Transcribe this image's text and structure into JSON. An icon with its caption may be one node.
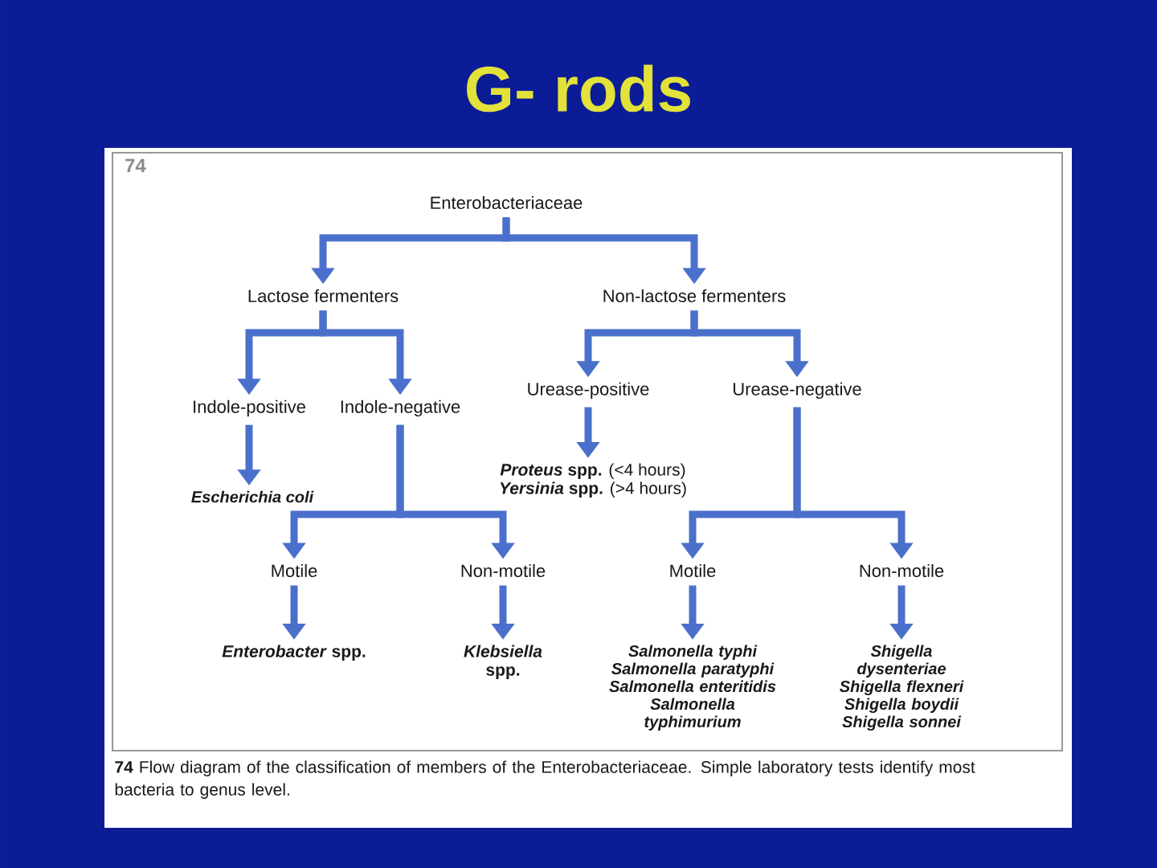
{
  "diagram": {
    "title": "G- rods",
    "nodes": [
      {
        "text": [
          "Enterobacteriaceae"
        ]
      },
      {
        "text": [
          "Lactose fermenters"
        ]
      },
      {
        "text": [
          "Non-lactose fermenters"
        ]
      },
      {
        "text": [
          "Indole-positive"
        ]
      },
      {
        "text": [
          "Indole-negative"
        ]
      },
      {
        "text": [
          "Urease-positive"
        ]
      },
      {
        "text": [
          "Urease-negative"
        ]
      },
      {
        "text": [
          "Escherichia coli"
        ]
      },
      {
        "text": [
          "***Proteus* spp.** (<4 hours)",
          "***Yersinia* spp.** (>4 hours)"
        ]
      },
      {
        "text": [
          "Motile"
        ]
      },
      {
        "text": [
          "Non-motile"
        ]
      },
      {
        "text": [
          "Motile"
        ]
      },
      {
        "text": [
          "Non-motile"
        ]
      },
      {
        "text": [
          "*Enterobacter* spp."
        ]
      },
      {
        "text": [
          "*Klebsiella* spp."
        ]
      },
      {
        "text": [
          "Salmonella typhi",
          "Salmonella paratyphi",
          "Salmonella enteritidis",
          "Salmonella typhimurium"
        ]
      },
      {
        "text": [
          "Shigella dysenteriae",
          "Shigella flexneri",
          "Shigella boydii",
          "Shigella sonnei"
        ]
      }
    ],
    "edges": [
      {
        "from": 0,
        "to": 1,
        "arrow": "to"
      },
      {
        "from": 0,
        "to": 2,
        "arrow": "to"
      },
      {
        "from": 1,
        "to": 3,
        "arrow": "to"
      },
      {
        "from": 1,
        "to": 4,
        "arrow": "to"
      },
      {
        "from": 2,
        "to": 5,
        "arrow": "to"
      },
      {
        "from": 2,
        "to": 6,
        "arrow": "to"
      },
      {
        "from": 3,
        "to": 7,
        "arrow": "to"
      },
      {
        "from": 5,
        "to": 8,
        "arrow": "to"
      },
      {
        "from": 4,
        "to": 9,
        "arrow": "to"
      },
      {
        "from": 4,
        "to": 10,
        "arrow": "to"
      },
      {
        "from": 6,
        "to": 11,
        "arrow": "to"
      },
      {
        "from": 6,
        "to": 12,
        "arrow": "to"
      },
      {
        "from": 9,
        "to": 13,
        "arrow": "to"
      },
      {
        "from": 10,
        "to": 14,
        "arrow": "to"
      },
      {
        "from": 11,
        "to": 15,
        "arrow": "to"
      },
      {
        "from": 12,
        "to": 16,
        "arrow": "to"
      }
    ],
    "labels": [
      "74"
    ],
    "caption": "**74** Flow diagram of the classification of members of the Enterobacteriaceae. Simple laboratory tests identify most bacteria to genus level."
  }
}
